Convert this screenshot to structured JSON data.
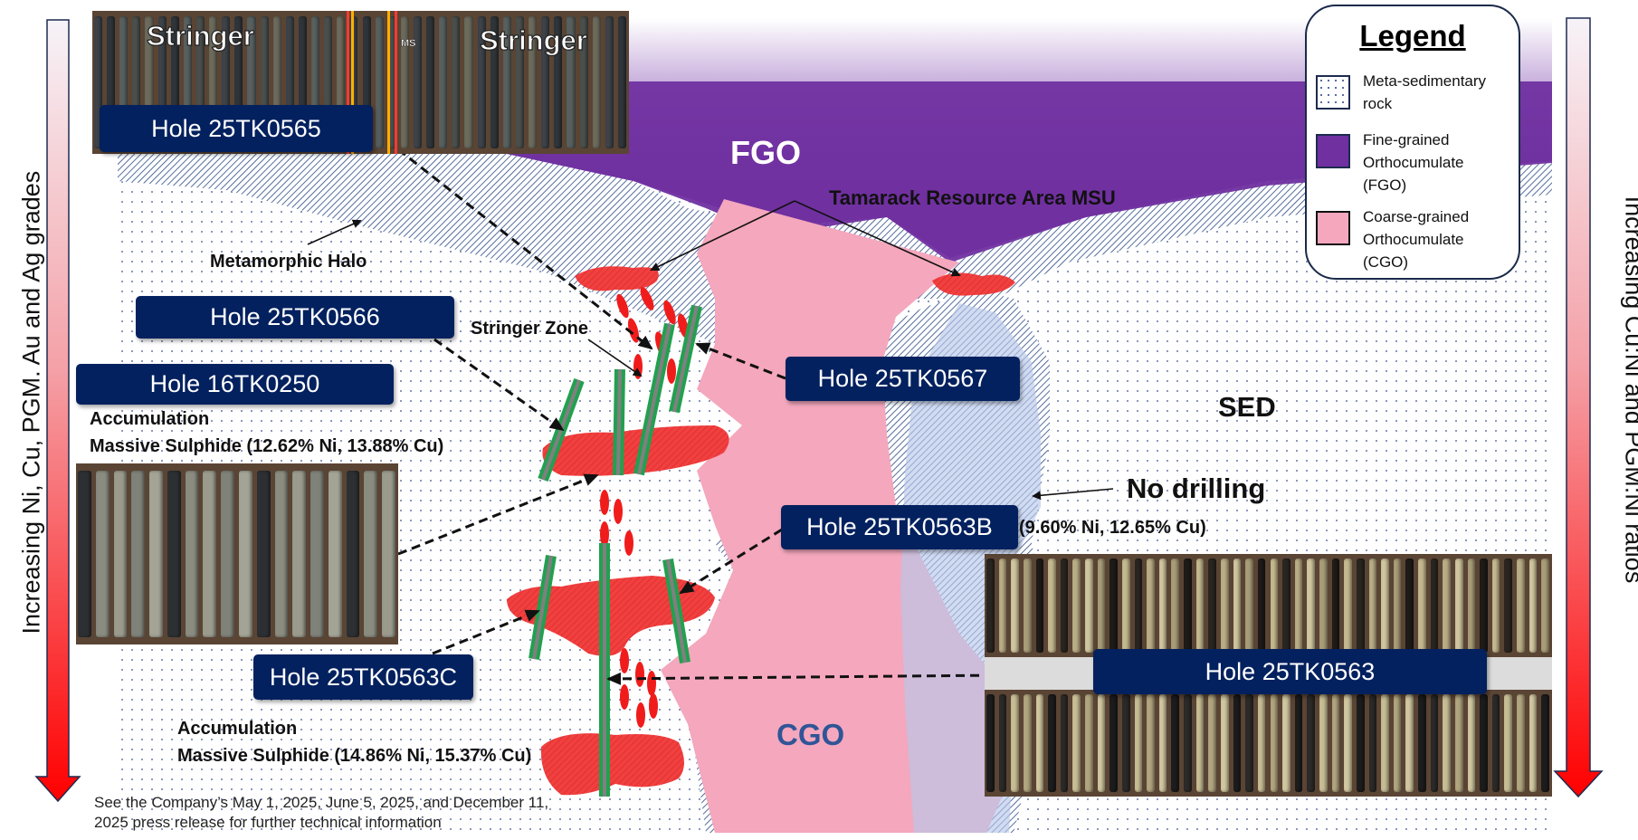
{
  "diagram": {
    "units": {
      "fgo": "FGO",
      "cgo": "CGO",
      "sed": "SED"
    },
    "annotations": {
      "tamarack": "Tamarack Resource Area MSU",
      "metamorphic_halo": "Metamorphic Halo",
      "stringer_zone": "Stringer Zone",
      "no_drilling": "No drilling",
      "accumulation_upper_l1": "Accumulation",
      "accumulation_upper_l2": "Massive Sulphide (12.62% Ni, 13.88% Cu)",
      "accumulation_lower_l1": "Accumulation",
      "accumulation_lower_l2": "Massive Sulphide (14.86% Ni, 15.37% Cu)",
      "hole_563b_grade": "(9.60% Ni, 12.65% Cu)"
    },
    "holes": {
      "h0565": "Hole 25TK0565",
      "h0566": "Hole 25TK0566",
      "h0250": "Hole 16TK0250",
      "h0567": "Hole 25TK0567",
      "h0563b": "Hole 25TK0563B",
      "h0563c": "Hole 25TK0563C",
      "h0563": "Hole 25TK0563"
    },
    "core_photo_labels": {
      "stringer_left": "Stringer",
      "ms": "MS",
      "stringer_right": "Stringer"
    },
    "left_axis": "Increasing Ni, Cu, PGM. Au and Ag grades",
    "right_axis": "Increasing Cu:Ni and PGM:Ni ratios",
    "footnote_l1": "See the Company’s May 1, 2025, June 5, 2025, and December 11,",
    "footnote_l2": "2025 press release for further technical information"
  },
  "legend": {
    "title": "Legend",
    "items": [
      {
        "label": "Meta-sedimentary\nrock",
        "swatch": "dotted"
      },
      {
        "label": "Fine-grained\nOrthocumulate\n(FGO)",
        "color": "#7030a0"
      },
      {
        "label": "Coarse-grained\nOrthocumulate\n(CGO)",
        "color": "#f4a7bd"
      }
    ]
  },
  "colors": {
    "fgo": "#7030a0",
    "cgo": "#f4a7bd",
    "sulphide": "#f03a3a",
    "drill": "#22a050",
    "label_bg": "#03215f",
    "halo_blue": "#1f3d7a",
    "cgo_text": "#2f5597"
  }
}
